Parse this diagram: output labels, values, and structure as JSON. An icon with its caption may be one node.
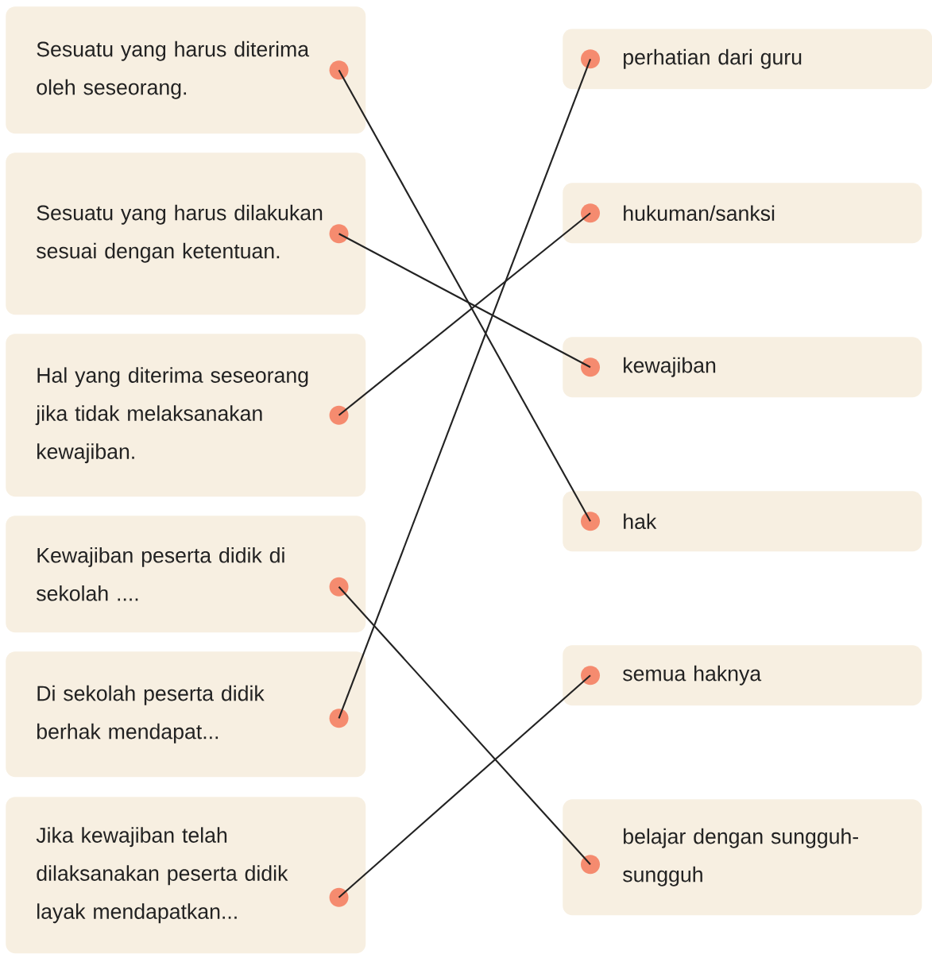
{
  "diagram": {
    "nodes": [
      {
        "text": [
          "Sesuatu yang harus diterima oleh seseorang."
        ]
      },
      {
        "text": [
          "Sesuatu yang harus dilakukan sesuai dengan ketentuan."
        ]
      },
      {
        "text": [
          "Hal yang diterima seseorang jika tidak melaksanakan kewajiban."
        ]
      },
      {
        "text": [
          "Kewajiban peserta didik di sekolah ...."
        ]
      },
      {
        "text": [
          "Di sekolah peserta didik berhak mendapat..."
        ]
      },
      {
        "text": [
          "Jika kewajiban telah dilaksanakan peserta didik layak mendapatkan..."
        ]
      },
      {
        "text": [
          "perhatian dari guru"
        ]
      },
      {
        "text": [
          "hukuman/sanksi"
        ]
      },
      {
        "text": [
          "kewajiban"
        ]
      },
      {
        "text": [
          "hak"
        ]
      },
      {
        "text": [
          "semua haknya"
        ]
      },
      {
        "text": [
          "belajar dengan sungguh-sungguh"
        ]
      }
    ],
    "edges": [
      {
        "from": 0,
        "to": 9,
        "arrow": "none"
      },
      {
        "from": 1,
        "to": 8,
        "arrow": "none"
      },
      {
        "from": 2,
        "to": 7,
        "arrow": "none"
      },
      {
        "from": 3,
        "to": 11,
        "arrow": "none"
      },
      {
        "from": 4,
        "to": 6,
        "arrow": "none"
      },
      {
        "from": 5,
        "to": 10,
        "arrow": "none"
      }
    ]
  }
}
